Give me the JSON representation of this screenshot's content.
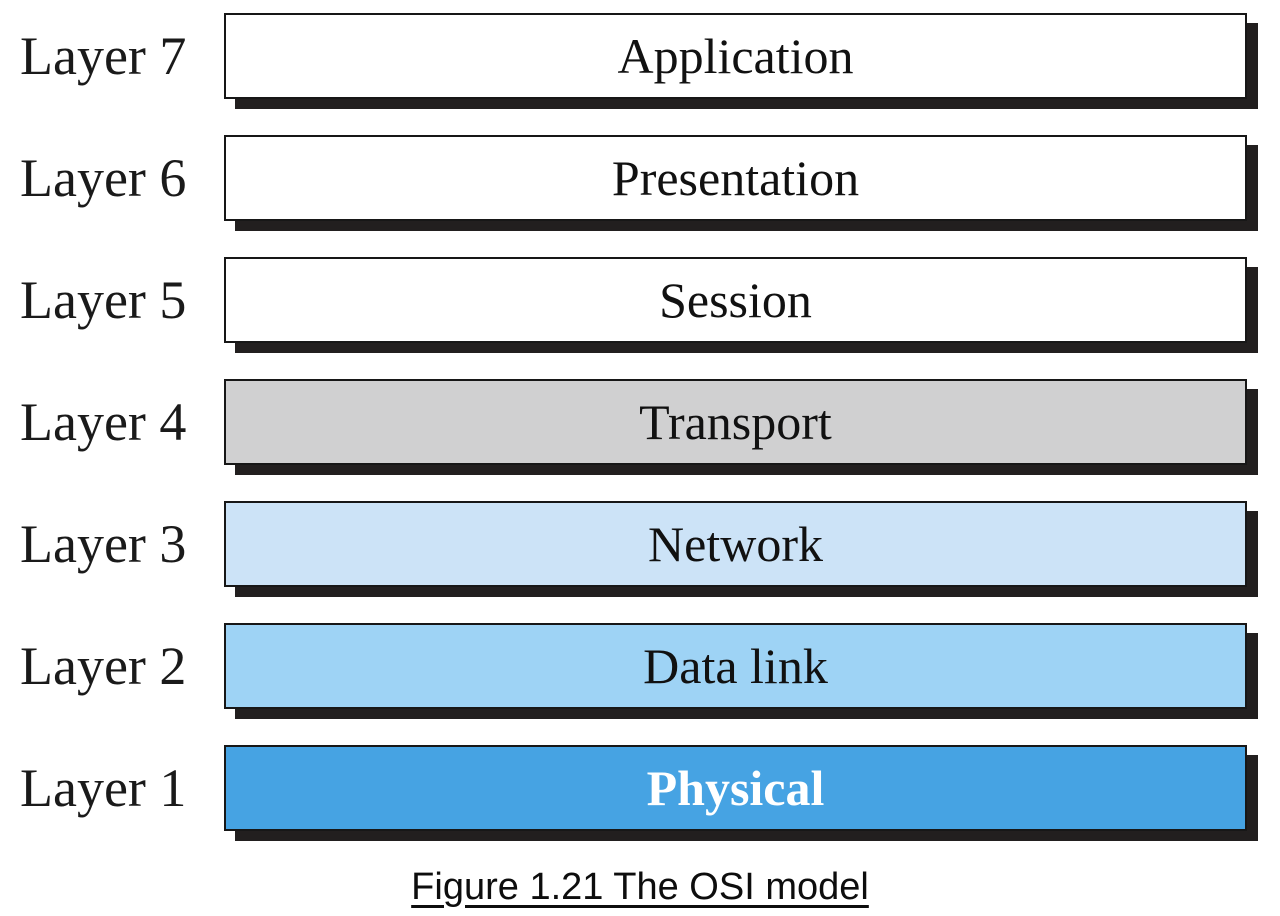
{
  "figure": {
    "caption": "Figure 1.21 The OSI model",
    "layers": [
      {
        "label": "Layer 7",
        "name": "Application",
        "fill": "#ffffff",
        "text_color": "#111111",
        "bold": false
      },
      {
        "label": "Layer 6",
        "name": "Presentation",
        "fill": "#ffffff",
        "text_color": "#111111",
        "bold": false
      },
      {
        "label": "Layer 5",
        "name": "Session",
        "fill": "#ffffff",
        "text_color": "#111111",
        "bold": false
      },
      {
        "label": "Layer 4",
        "name": "Transport",
        "fill": "#d0d0d1",
        "text_color": "#111111",
        "bold": false
      },
      {
        "label": "Layer 3",
        "name": "Network",
        "fill": "#cce3f7",
        "text_color": "#111111",
        "bold": false
      },
      {
        "label": "Layer 2",
        "name": "Data link",
        "fill": "#9ed3f5",
        "text_color": "#111111",
        "bold": false
      },
      {
        "label": "Layer 1",
        "name": "Physical",
        "fill": "#46a3e3",
        "text_color": "#ffffff",
        "bold": true
      }
    ],
    "colors": {
      "border": "#171717",
      "shadow": "#221f1f",
      "background": "#ffffff"
    }
  }
}
